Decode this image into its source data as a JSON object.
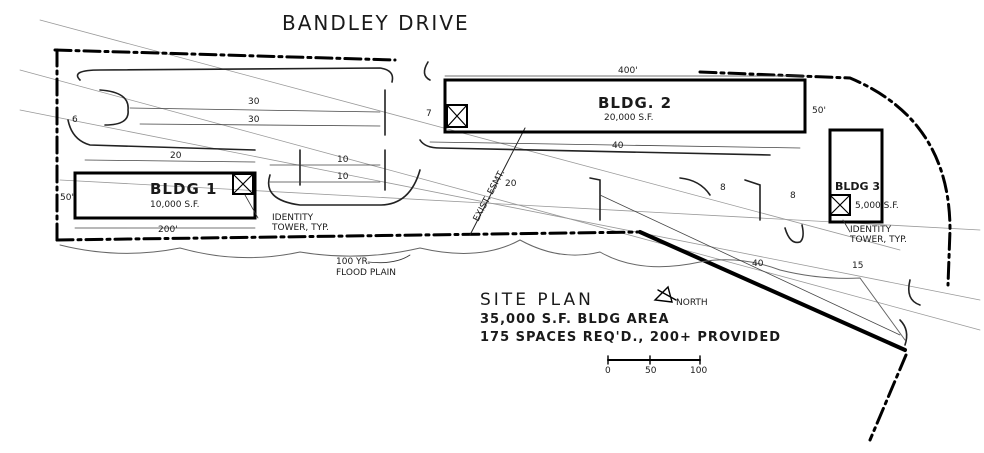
{
  "street": "BANDLEY DRIVE",
  "buildings": {
    "b1": {
      "label": "BLDG 1",
      "area": "10,000 S.F.",
      "width_dim": "200'",
      "depth_dim": "50'"
    },
    "b2": {
      "label": "BLDG. 2",
      "area": "20,000 S.F.",
      "width_dim": "400'",
      "depth_dim": "50'"
    },
    "b3": {
      "label": "BLDG 3",
      "area": "5,000 S.F."
    }
  },
  "dims": {
    "d6": "6",
    "d30a": "30",
    "d30b": "30",
    "d20a": "20",
    "d10a": "10",
    "d10b": "10",
    "d7": "7",
    "d40a": "40",
    "d20b": "20",
    "d8a": "8",
    "d8b": "8",
    "d40b": "40",
    "d15": "15"
  },
  "easement": "EXIST. ESMT.",
  "identity_tower_1": [
    "IDENTITY",
    "TOWER, TYP."
  ],
  "identity_tower_2": [
    "IDENTITY",
    "TOWER, TYP."
  ],
  "flood_plain": [
    "100 YR.",
    "FLOOD PLAIN"
  ],
  "site_plan": {
    "title": "SITE PLAN",
    "line1": "35,000 S.F. BLDG AREA",
    "line2": "175 SPACES REQ'D., 200+ PROVIDED"
  },
  "north_label": "NORTH",
  "scale": {
    "s0": "0",
    "s50": "50",
    "s100": "100"
  }
}
